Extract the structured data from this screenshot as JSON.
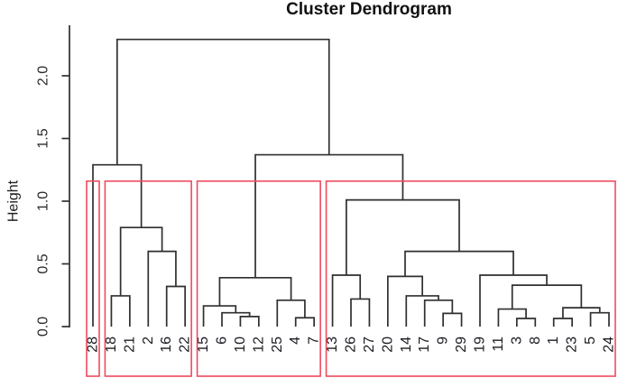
{
  "chart_data": {
    "type": "dendrogram",
    "title": "Cluster Dendrogram",
    "ylabel": "Height",
    "grid": false,
    "ylim": [
      0.0,
      2.4
    ],
    "yticks": [
      {
        "value": 0.0,
        "label": "0.0"
      },
      {
        "value": 0.5,
        "label": "0.5"
      },
      {
        "value": 1.0,
        "label": "1.0"
      },
      {
        "value": 1.5,
        "label": "1.5"
      },
      {
        "value": 2.0,
        "label": "2.0"
      }
    ],
    "leaves": [
      "28",
      "18",
      "21",
      "2",
      "16",
      "22",
      "15",
      "6",
      "10",
      "12",
      "25",
      "4",
      "7",
      "13",
      "26",
      "27",
      "20",
      "14",
      "17",
      "9",
      "29",
      "19",
      "11",
      "3",
      "8",
      "1",
      "23",
      "5",
      "24"
    ],
    "merges": [
      {
        "children": [
          "18",
          "21"
        ],
        "height": 0.245
      },
      {
        "children": [
          "16",
          "22"
        ],
        "height": 0.32
      },
      {
        "children": [
          "2",
          "#1"
        ],
        "height": 0.6
      },
      {
        "children": [
          "#0",
          "#2"
        ],
        "height": 0.79
      },
      {
        "children": [
          "28",
          "#3"
        ],
        "height": 1.29
      },
      {
        "children": [
          "10",
          "12"
        ],
        "height": 0.08
      },
      {
        "children": [
          "6",
          "#5"
        ],
        "height": 0.11
      },
      {
        "children": [
          "15",
          "#6"
        ],
        "height": 0.165
      },
      {
        "children": [
          "4",
          "7"
        ],
        "height": 0.07
      },
      {
        "children": [
          "25",
          "#8"
        ],
        "height": 0.21
      },
      {
        "children": [
          "#7",
          "#9"
        ],
        "height": 0.39
      },
      {
        "children": [
          "26",
          "27"
        ],
        "height": 0.22
      },
      {
        "children": [
          "13",
          "#11"
        ],
        "height": 0.41
      },
      {
        "children": [
          "9",
          "29"
        ],
        "height": 0.105
      },
      {
        "children": [
          "17",
          "#13"
        ],
        "height": 0.21
      },
      {
        "children": [
          "14",
          "#14"
        ],
        "height": 0.245
      },
      {
        "children": [
          "20",
          "#15"
        ],
        "height": 0.4
      },
      {
        "children": [
          "3",
          "8"
        ],
        "height": 0.065
      },
      {
        "children": [
          "11",
          "#17"
        ],
        "height": 0.14
      },
      {
        "children": [
          "1",
          "23"
        ],
        "height": 0.065
      },
      {
        "children": [
          "5",
          "24"
        ],
        "height": 0.11
      },
      {
        "children": [
          "#19",
          "#20"
        ],
        "height": 0.15
      },
      {
        "children": [
          "#18",
          "#21"
        ],
        "height": 0.33
      },
      {
        "children": [
          "19",
          "#22"
        ],
        "height": 0.41
      },
      {
        "children": [
          "#16",
          "#23"
        ],
        "height": 0.6
      },
      {
        "children": [
          "#12",
          "#24"
        ],
        "height": 1.01
      },
      {
        "children": [
          "#10",
          "#25"
        ],
        "height": 1.37
      },
      {
        "children": [
          "#4",
          "#26"
        ],
        "height": 2.29
      }
    ],
    "clusters": {
      "count": 4,
      "leaf_ranges": [
        [
          0,
          0
        ],
        [
          1,
          5
        ],
        [
          6,
          12
        ],
        [
          13,
          28
        ]
      ]
    },
    "colors": {
      "line": "#2f2f2f",
      "label": "#1b1b22",
      "box": "#ee4b5f"
    }
  }
}
